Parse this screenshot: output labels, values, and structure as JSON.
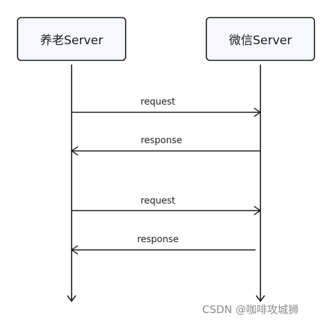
{
  "diagram_type": "sequence",
  "participants": [
    {
      "id": "a",
      "label": "养老Server"
    },
    {
      "id": "b",
      "label": "微信Server"
    }
  ],
  "messages": [
    {
      "from": "a",
      "to": "b",
      "label": "request"
    },
    {
      "from": "b",
      "to": "a",
      "label": "response"
    },
    {
      "from": "a",
      "to": "b",
      "label": "request"
    },
    {
      "from": "b",
      "to": "a",
      "label": "response"
    }
  ],
  "watermark": "CSDN @咖啡攻城狮"
}
